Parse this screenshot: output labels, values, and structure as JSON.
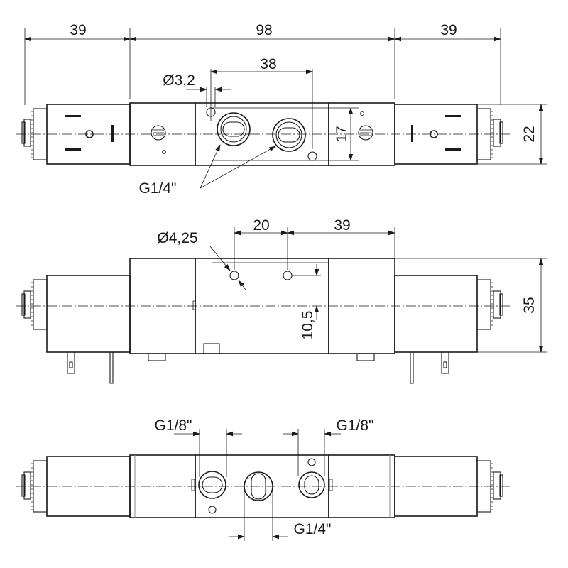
{
  "top_view": {
    "dim_left": "39",
    "dim_middle": "98",
    "dim_right": "39",
    "dim_hole_diameter": "Ø3,2",
    "dim_hole_spacing": "38",
    "dim_inner_height": "17",
    "dim_height": "22",
    "port_label": "G1/4\""
  },
  "side_view": {
    "dim_mount_hole_diameter": "Ø4,25",
    "dim_mount_spacing": "20",
    "dim_mount_offset": "39",
    "dim_mount_height": "10,5",
    "dim_height": "35"
  },
  "bottom_view": {
    "port_left_label": "G1/8\"",
    "port_right_label": "G1/8\"",
    "port_center_label": "G1/4\""
  }
}
